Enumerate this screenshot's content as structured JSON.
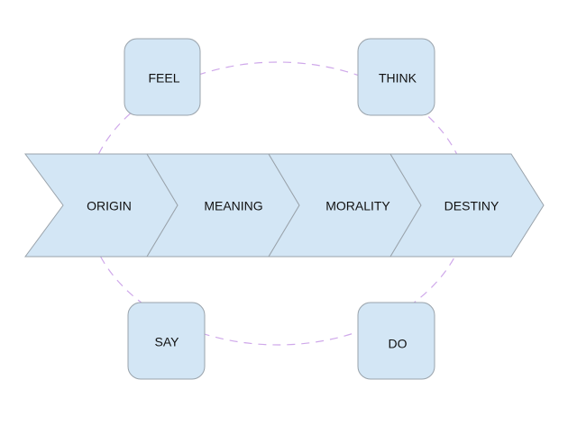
{
  "diagram": {
    "chevrons": [
      {
        "id": "origin",
        "label": "ORIGIN"
      },
      {
        "id": "meaning",
        "label": "MEANING"
      },
      {
        "id": "morality",
        "label": "MORALITY"
      },
      {
        "id": "destiny",
        "label": "DESTINY"
      }
    ],
    "boxes": [
      {
        "id": "feel",
        "label": "FEEL"
      },
      {
        "id": "think",
        "label": "THINK"
      },
      {
        "id": "say",
        "label": "SAY"
      },
      {
        "id": "do",
        "label": "DO"
      }
    ]
  },
  "colors": {
    "fill": "#d3e6f5",
    "stroke": "#9aa3ab",
    "dashed_connector": "#cfa8ea",
    "text": "#111111"
  }
}
